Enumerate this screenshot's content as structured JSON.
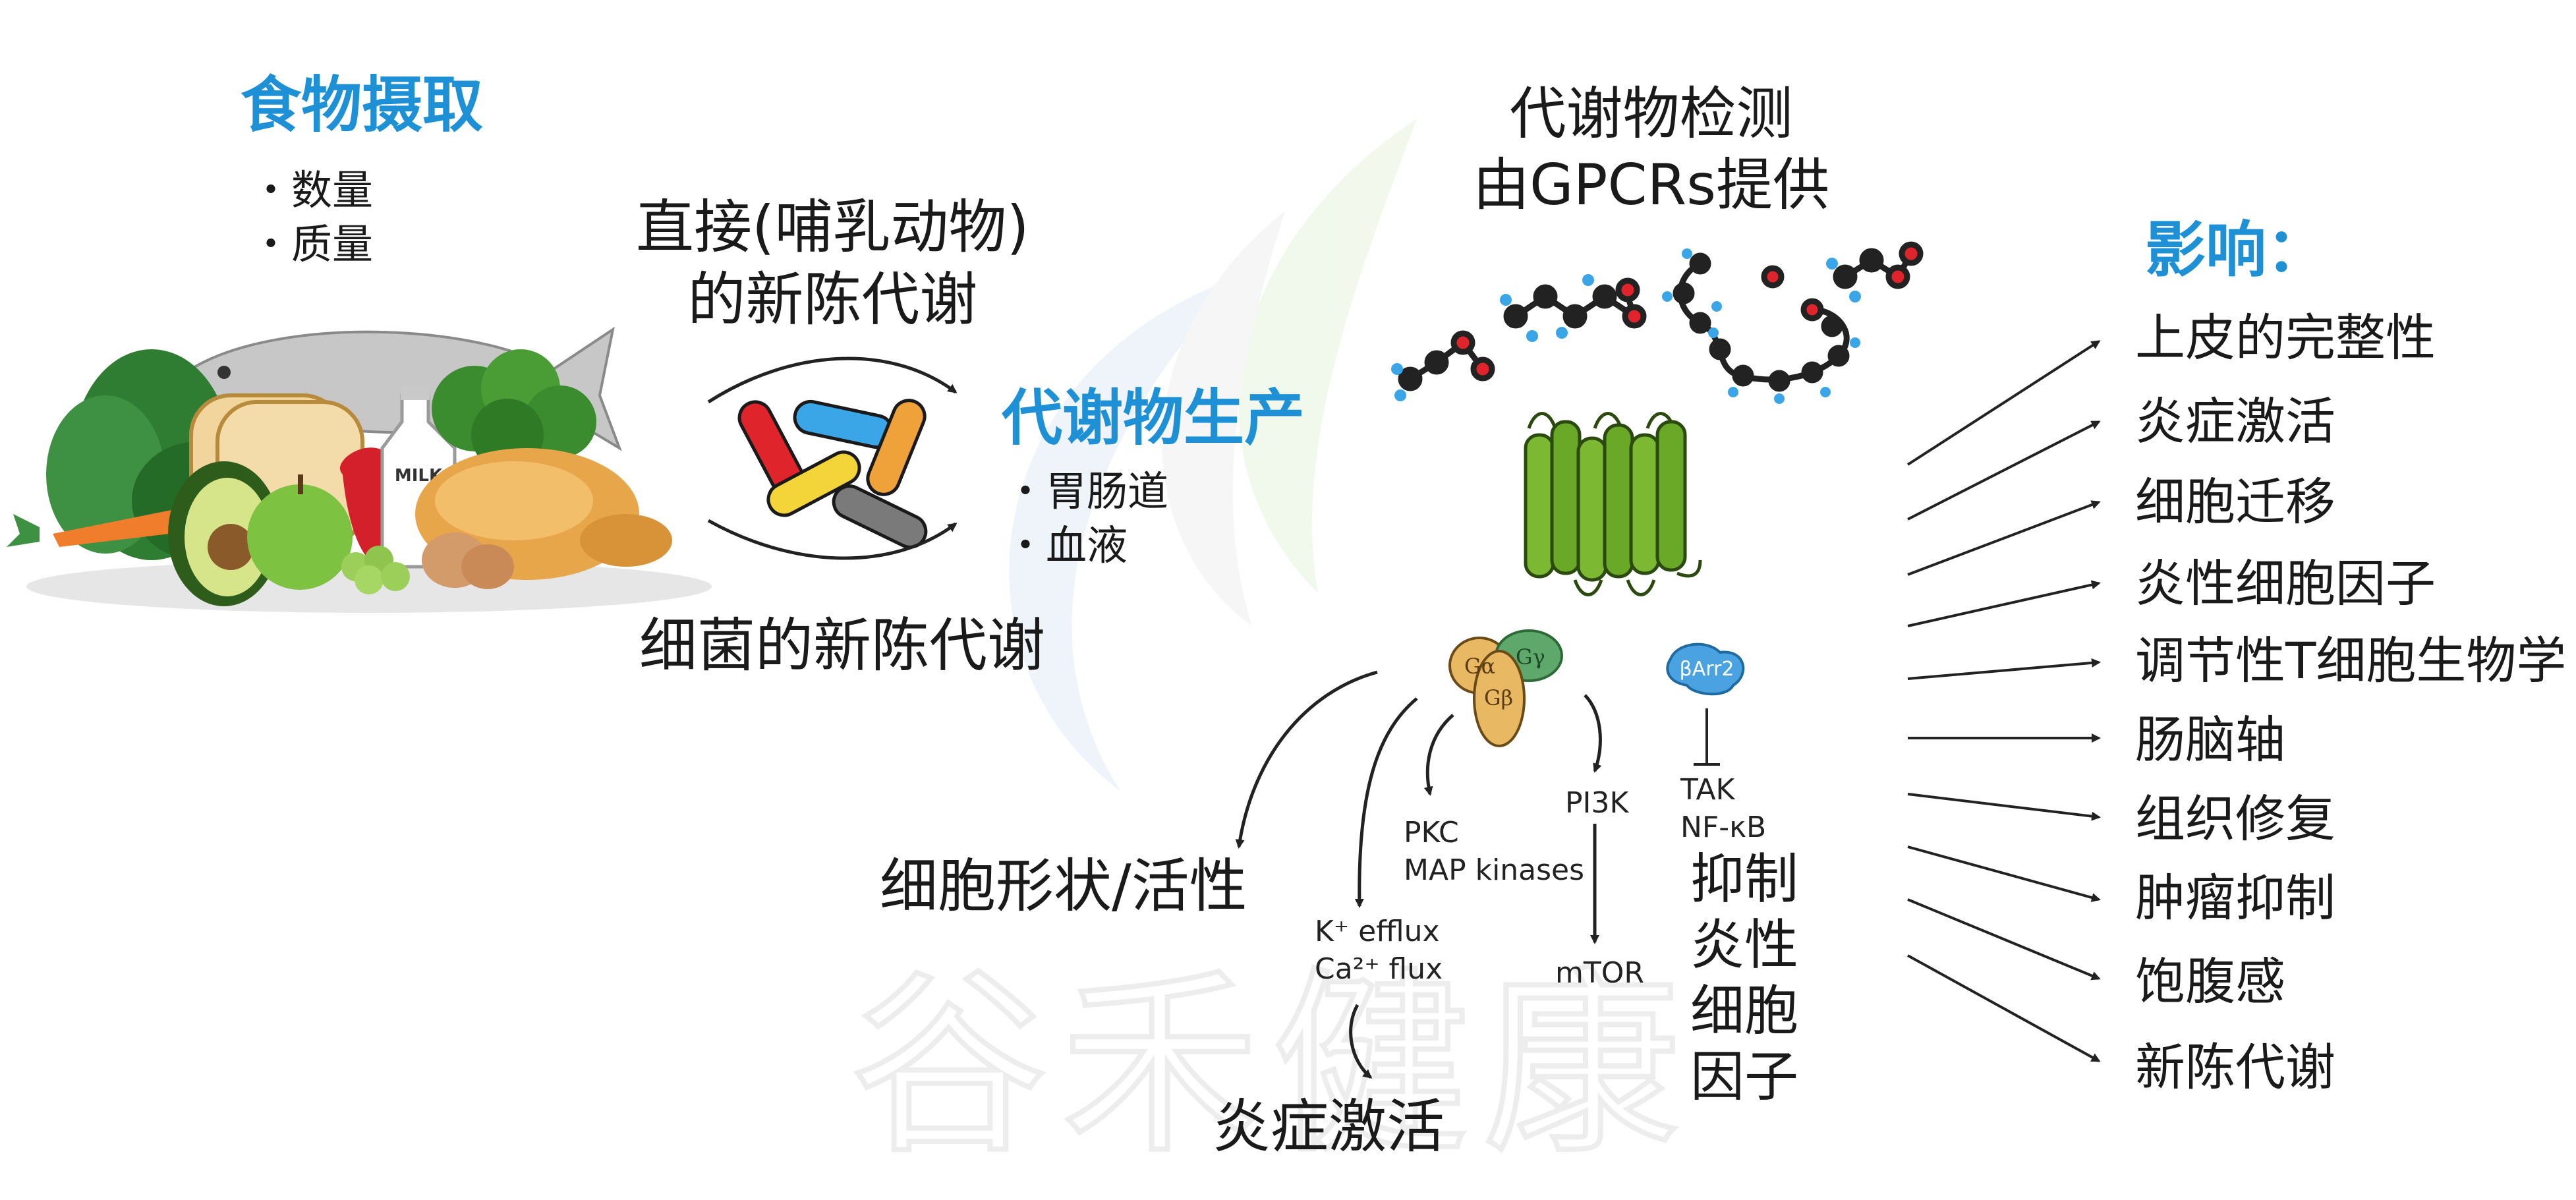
{
  "food_intake": {
    "title": "食物摄取",
    "items": [
      "数量",
      "质量"
    ]
  },
  "food_illustration": {
    "milk_label": "MILK"
  },
  "mammalian_metabolism": {
    "lines": [
      "直接(哺乳动物)",
      "的新陈代谢"
    ]
  },
  "bacterial_metabolism": {
    "label": "细菌的新陈代谢"
  },
  "metabolite_production": {
    "title": "代谢物生产",
    "items": [
      "胃肠道",
      "血液"
    ]
  },
  "metabolite_detection": {
    "lines": [
      "代谢物检测",
      "由GPCRs提供"
    ]
  },
  "g_protein": {
    "alpha": "Gα",
    "gamma": "Gγ",
    "beta": "Gβ"
  },
  "barr": {
    "label": "βArr2"
  },
  "signaling": {
    "cell_shape": "细胞形状/活性",
    "ion_flux": [
      "K⁺ efflux",
      "Ca²⁺ flux"
    ],
    "pkc": [
      "PKC",
      "MAP kinases"
    ],
    "pi3k": "PI3K",
    "mtor": "mTOR",
    "tak": [
      "TAK",
      "NF-κB"
    ],
    "inhibit": [
      "抑制",
      "炎性",
      "细胞",
      "因子"
    ],
    "inflammation_activation": "炎症激活"
  },
  "effects": {
    "title": "影响：",
    "items": [
      "上皮的完整性",
      "炎症激活",
      "细胞迁移",
      "炎性细胞因子",
      "调节性T细胞生物学",
      "肠脑轴",
      "组织修复",
      "肿瘤抑制",
      "饱腹感",
      "新陈代谢"
    ]
  },
  "watermark": "谷禾健康",
  "colors": {
    "accent_blue": "#1e90d6",
    "receptor_green": "#7cb832",
    "g_protein_tan": "#e8b862",
    "g_gamma_green": "#5da86a",
    "barr_blue": "#4aa3e0"
  },
  "bacteria_colors": [
    "#e0242b",
    "#3aa6e8",
    "#f0a23a",
    "#f3d53a",
    "#7a7a7a"
  ]
}
